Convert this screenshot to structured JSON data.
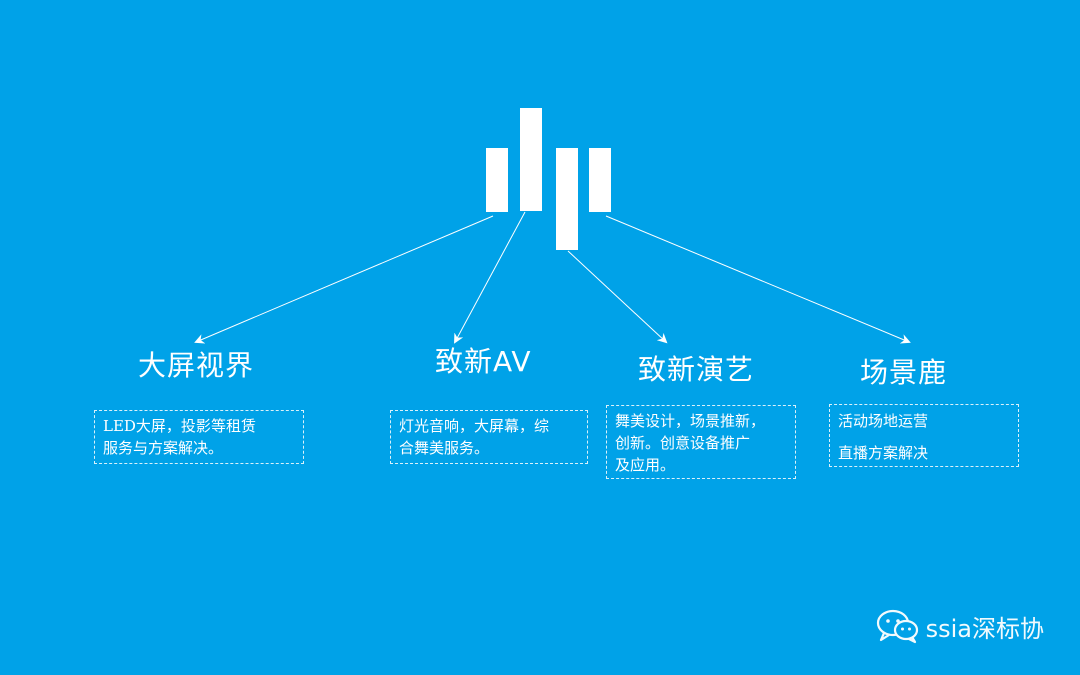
{
  "colors": {
    "background": "#00a2e8",
    "foreground": "#ffffff"
  },
  "logo": {
    "icon": "bar-logo-icon"
  },
  "branches": [
    {
      "title": "大屏视界",
      "lines": [
        "LED大屏，投影等租赁",
        "服务与方案解决。"
      ]
    },
    {
      "title": "致新AV",
      "lines": [
        "灯光音响，大屏幕，综",
        "合舞美服务。"
      ]
    },
    {
      "title": "致新演艺",
      "lines": [
        "舞美设计，场景推新，",
        "创新。创意设备推广",
        "及应用。"
      ]
    },
    {
      "title": "场景鹿",
      "lines": [
        "活动场地运营",
        "直播方案解决"
      ]
    }
  ],
  "watermark": {
    "icon": "wechat-icon",
    "text": "ssia深标协"
  }
}
